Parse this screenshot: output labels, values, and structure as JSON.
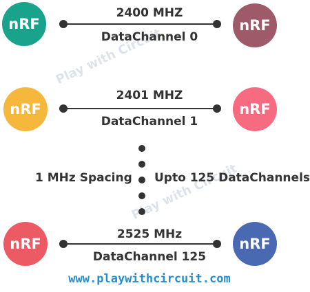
{
  "nodes": {
    "row0_left": "nRF",
    "row0_right": "nRF",
    "row1_left": "nRF",
    "row1_right": "nRF",
    "row2_left": "nRF",
    "row2_right": "nRF"
  },
  "channels": [
    {
      "freq": "2400 MHZ",
      "name": "DataChannel 0"
    },
    {
      "freq": "2401 MHZ",
      "name": "DataChannel 1"
    },
    {
      "freq": "2525 MHz",
      "name": "DataChannel 125"
    }
  ],
  "spacing_label": "1 MHz Spacing",
  "channels_label": "Upto 125 DataChannels",
  "watermark": "Play with Circuit",
  "website": "www.playwithcircuit.com",
  "colors": {
    "row0_left": "#1aa38c",
    "row0_right": "#9e5a68",
    "row1_left": "#f5b83d",
    "row1_right": "#f76b80",
    "row2_left": "#ec5a64",
    "row2_right": "#4a69b3",
    "website": "#1f8fd6"
  }
}
